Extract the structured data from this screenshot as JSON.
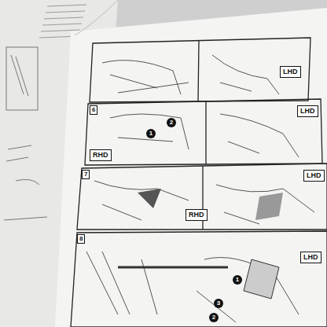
{
  "diagram": {
    "labels": [
      "LHD",
      "6",
      "RHD",
      "LHD",
      "2",
      "1",
      "7",
      "RHD",
      "LHD",
      "8",
      "LHD",
      "1",
      "3",
      "2"
    ]
  }
}
